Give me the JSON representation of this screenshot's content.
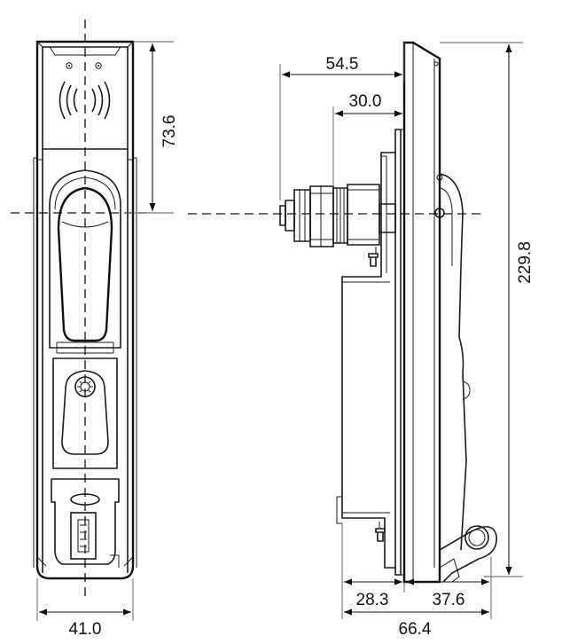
{
  "dimensions": {
    "front_height": "73.6",
    "front_width": "41.0",
    "side_top_long": "54.5",
    "side_top_short": "30.0",
    "side_total_height": "229.8",
    "side_bottom_left": "28.3",
    "side_bottom_right": "37.6",
    "side_bottom_total": "66.4"
  },
  "icons": {
    "rfid": "rfid-wave-icon",
    "key": "key-cylinder-icon",
    "usb": "usb-port-icon"
  },
  "colors": {
    "line": "#1a1a1a",
    "background": "#ffffff"
  }
}
